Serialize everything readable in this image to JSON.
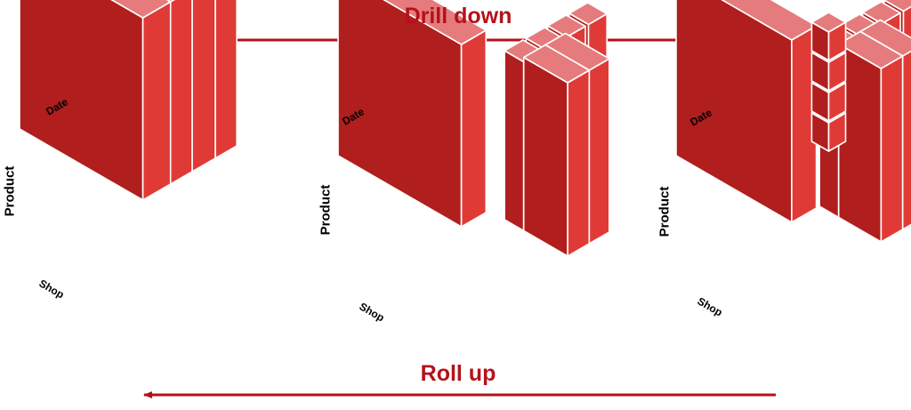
{
  "labels": {
    "drill_down": "Drill down",
    "roll_up": "Roll up",
    "date": "Date",
    "product": "Product",
    "shop": "Shop"
  },
  "colors": {
    "front": "#b01e1e",
    "side": "#e03a36",
    "top": "#e57b7c",
    "arrow": "#b4121a",
    "title": "#b4121a",
    "edge": "#ffffff"
  }
}
